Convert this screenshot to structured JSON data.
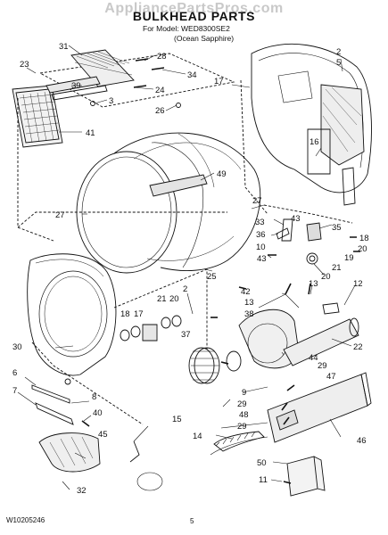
{
  "header": {
    "watermark": "AppliancePartsPros.com",
    "title": "BULKHEAD PARTS",
    "model_label": "For Model:",
    "model_number": "WED8300SE2",
    "variant": "(Ocean Sapphire)"
  },
  "footer": {
    "document_number": "W10205246",
    "page_number": "5"
  },
  "callouts": [
    "31",
    "28",
    "23",
    "34",
    "39",
    "24",
    "3",
    "26",
    "41",
    "17",
    "2",
    "5",
    "16",
    "49",
    "27",
    "27",
    "33",
    "43",
    "36",
    "35",
    "18",
    "10",
    "20",
    "43",
    "19",
    "21",
    "20",
    "25",
    "2",
    "13",
    "12",
    "21",
    "20",
    "18",
    "17",
    "42",
    "13",
    "38",
    "30",
    "37",
    "22",
    "44",
    "6",
    "7",
    "29",
    "47",
    "8",
    "40",
    "9",
    "29",
    "15",
    "48",
    "29",
    "46",
    "45",
    "14",
    "32",
    "50",
    "11"
  ]
}
